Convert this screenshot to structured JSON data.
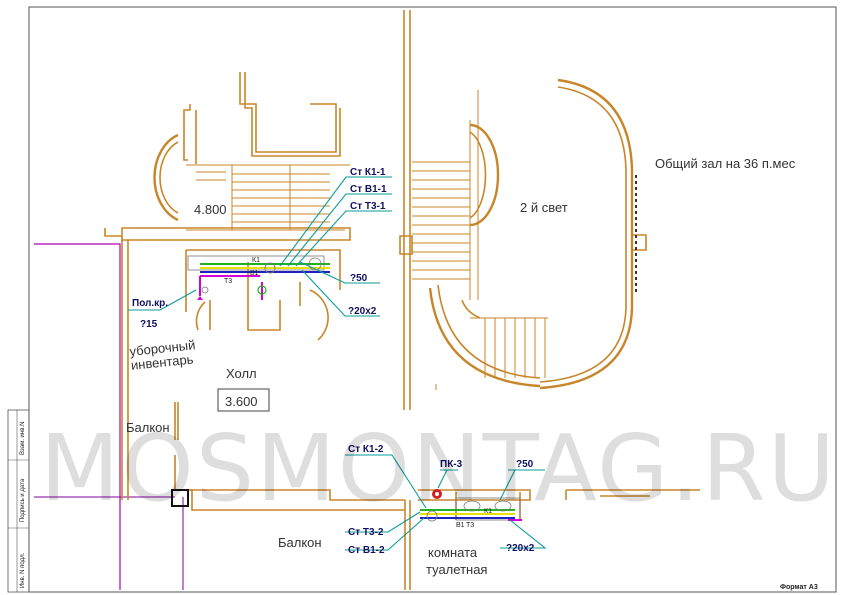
{
  "rooms": {
    "hall_main": "Общий  зал на 36 п.мес",
    "two_light": "2 й свет",
    "elev_top": "4.800",
    "hall": "Холл",
    "elev_hall": "3.600",
    "balcony_left": "Балкон",
    "balcony_bottom": "Балкон",
    "cleaning": "уборочный\nинвентарь",
    "toilet": "комната\nтуалетная"
  },
  "pipes_top": {
    "k1": "Ст К1-1",
    "b1": "Ст В1-1",
    "t3": "Ст Т3-1",
    "d50": "?50",
    "d20": "?20х2",
    "floor_drain": "Пол.кр.",
    "floor_drain_d": "?15",
    "tag_k1": "К1",
    "tag_b1": "В1",
    "tag_t3": "Т3"
  },
  "pipes_bottom": {
    "k1": "Ст К1-2",
    "pk3": "ПК-3",
    "d50": "?50",
    "t3": "Ст Т3-2",
    "b1": "Ст В1-2",
    "d20": "?20х2",
    "tag_k1": "К1",
    "tag_b1": "В1",
    "tag_t3": "Т3"
  },
  "stamp": {
    "cells": [
      "Взам. инв.N",
      "Подпись и дата",
      "Инв. N подл."
    ]
  },
  "format_label": "Формат А3",
  "watermark": "MOSMONTAG.RU",
  "colors": {
    "wall": "#c8862a",
    "leader": "#0a9b9b",
    "pipe_k": "#d400d4",
    "pipe_b": "#2020c0",
    "pipe_t": "#20b020",
    "pipe_y": "#e8e000"
  }
}
